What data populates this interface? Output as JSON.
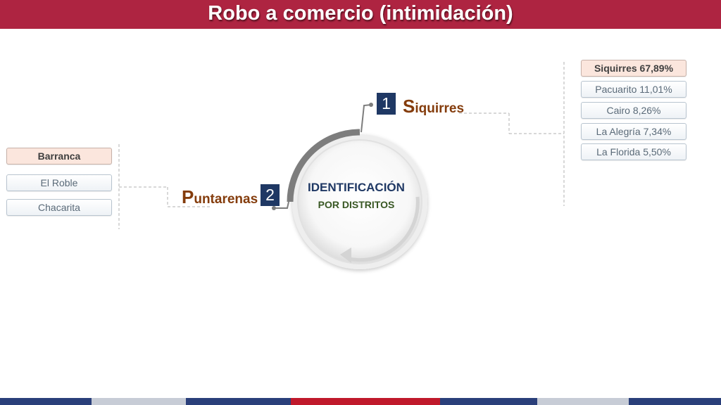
{
  "title": "Robo a comercio (intimidación)",
  "center": {
    "line1": "IDENTIFICACIÓN",
    "line2": "POR DISTRITOS"
  },
  "branch1": {
    "number": "1",
    "name_first": "S",
    "name_rest": "iquirres",
    "districts": [
      "Siquirres 67,89%",
      "Pacuarito 11,01%",
      "Cairo 8,26%",
      "La Alegría 7,34%",
      "La Florida 5,50%"
    ]
  },
  "branch2": {
    "number": "2",
    "name_first": "P",
    "name_rest": "untarenas",
    "districts": [
      "Barranca",
      "El Roble",
      "Chacarita"
    ]
  },
  "colors": {
    "title_bar": "#ae2441",
    "number_box": "#1f3864",
    "city_text": "#843c0c",
    "highlight_box": "#fbe6dd",
    "center_line1": "#1f3864",
    "center_line2": "#385723"
  }
}
